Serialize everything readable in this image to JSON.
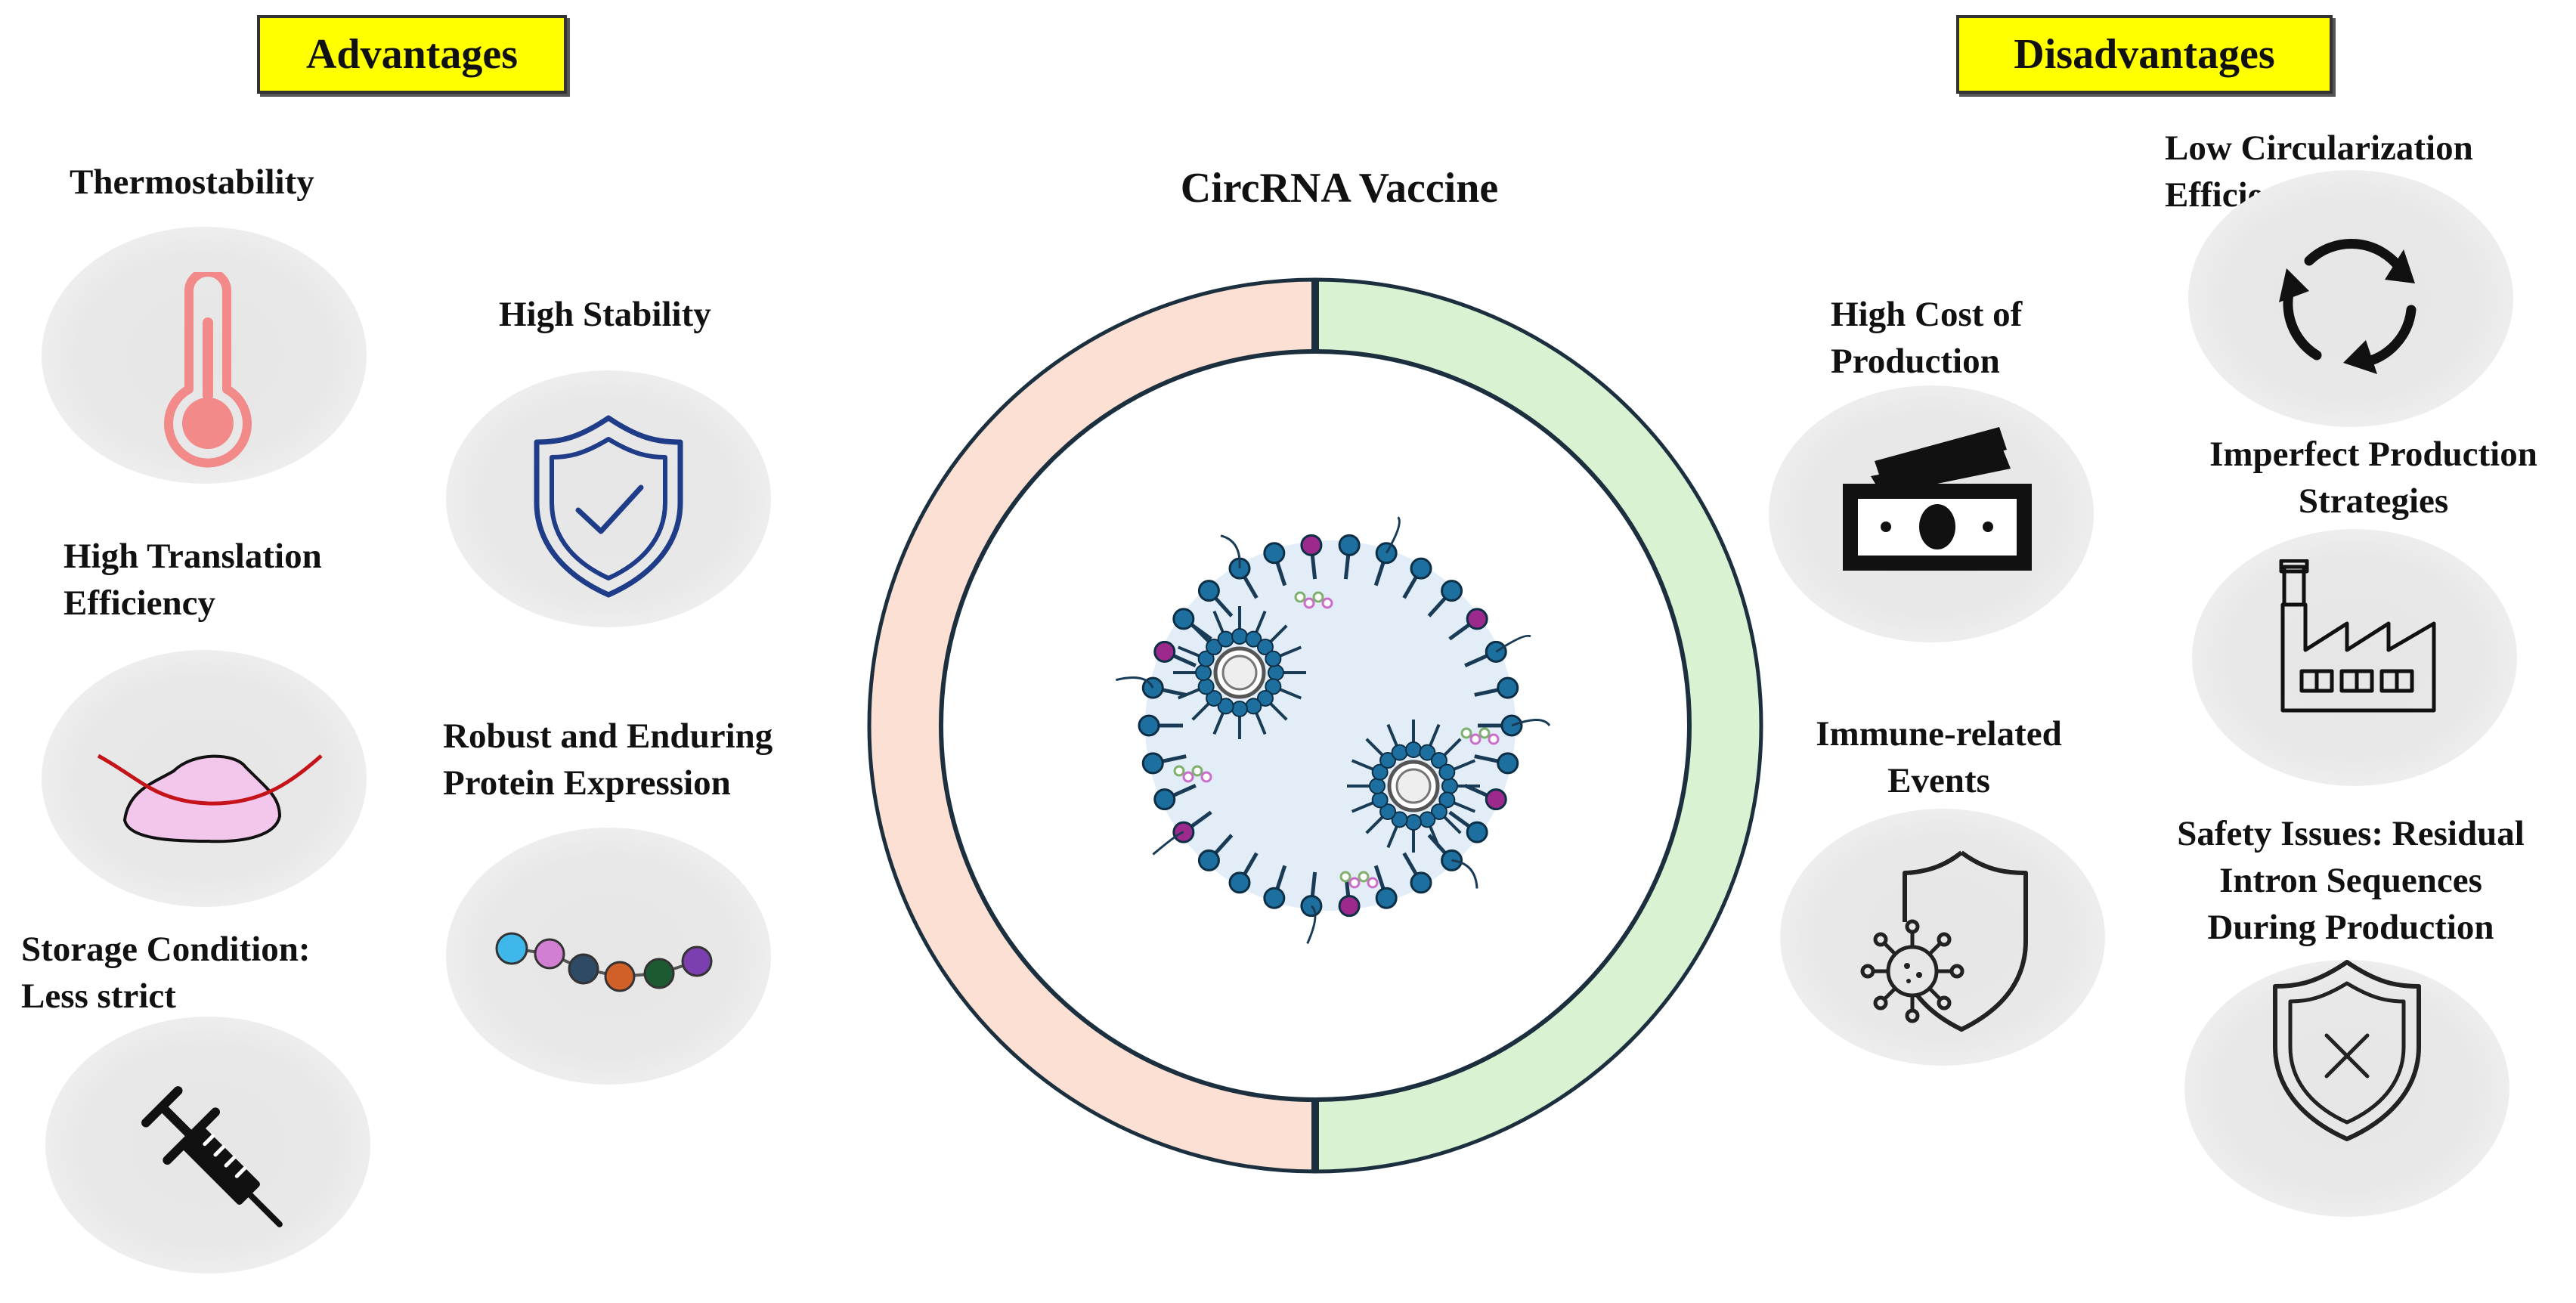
{
  "headers": {
    "advantages": "Advantages",
    "disadvantages": "Disadvantages"
  },
  "center": {
    "title": "CircRNA Vaccine",
    "left_ring_color": "#fbe0d3",
    "right_ring_color": "#d9f2d2",
    "inner_color": "#dde9f5"
  },
  "advantages": {
    "thermostability": "Thermostability",
    "high_stability": "High Stability",
    "translation_line1": "High Translation",
    "translation_line2": "Efficiency",
    "protein_line1": "Robust and Enduring",
    "protein_line2": "Protein Expression",
    "storage_line1": "Storage Condition:",
    "storage_line2": "Less strict"
  },
  "disadvantages": {
    "circularization_line1": "Low Circularization",
    "circularization_line2": "Efficiency",
    "cost_line1": "High Cost of",
    "cost_line2": "Production",
    "strategies_line1": "Imperfect Production",
    "strategies_line2": "Strategies",
    "immune_line1": "Immune-related",
    "immune_line2": "Events",
    "safety_line1": "Safety Issues: Residual",
    "safety_line2": "Intron Sequences",
    "safety_line3": "During Production"
  },
  "icons": {
    "thermometer": "thermometer-icon",
    "shield_check": "shield-check-icon",
    "ribosome": "ribosome-mrna-icon",
    "protein_chain": "protein-chain-icon",
    "syringe": "syringe-icon",
    "recycle": "circular-arrows-icon",
    "money": "money-icon",
    "factory": "factory-icon",
    "virus_shield": "virus-shield-icon",
    "shield_x": "shield-x-icon",
    "lnp": "lipid-nanoparticle-illustration"
  }
}
